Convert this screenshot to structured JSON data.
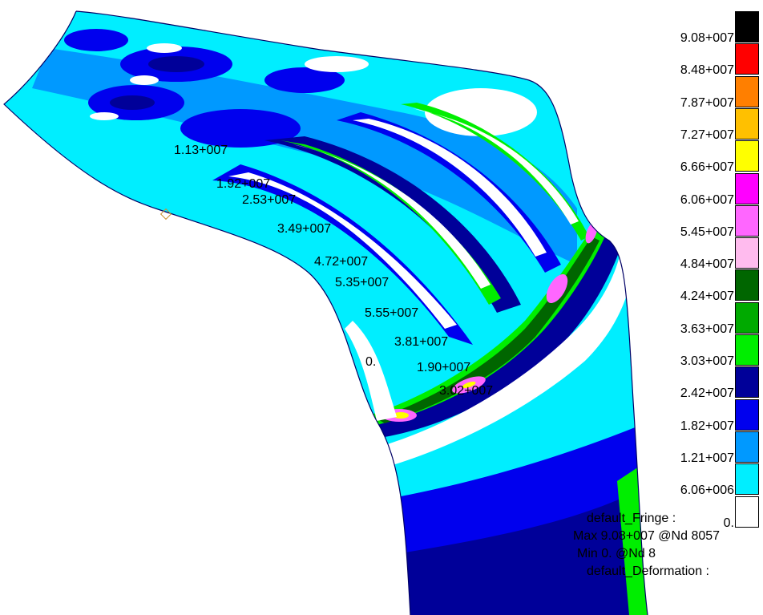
{
  "legend": {
    "labels": [
      "9.08+007",
      "8.48+007",
      "7.87+007",
      "7.27+007",
      "6.66+007",
      "6.06+007",
      "5.45+007",
      "4.84+007",
      "4.24+007",
      "3.63+007",
      "3.03+007",
      "2.42+007",
      "1.82+007",
      "1.21+007",
      "6.06+006",
      "0."
    ],
    "colors": [
      "#000000",
      "#ff0000",
      "#ff7f00",
      "#ffc000",
      "#ffff00",
      "#ff00ff",
      "#ff66ff",
      "#ffbbee",
      "#006600",
      "#00aa00",
      "#00ee00",
      "#000099",
      "#0000ee",
      "#0099ff",
      "#00eeff",
      "#ffffff"
    ]
  },
  "annotations": [
    "1.13+007",
    "1.92+007",
    "2.53+007",
    "3.49+007",
    "4.72+007",
    "5.35+007",
    "5.55+007",
    "3.81+007",
    "0.",
    "1.90+007",
    "3.02+007"
  ],
  "info": {
    "fringe": "default_Fringe :",
    "max": "Max 9.08+007 @Nd 8057",
    "min": "Min 0. @Nd 8",
    "deformation": "default_Deformation :"
  }
}
